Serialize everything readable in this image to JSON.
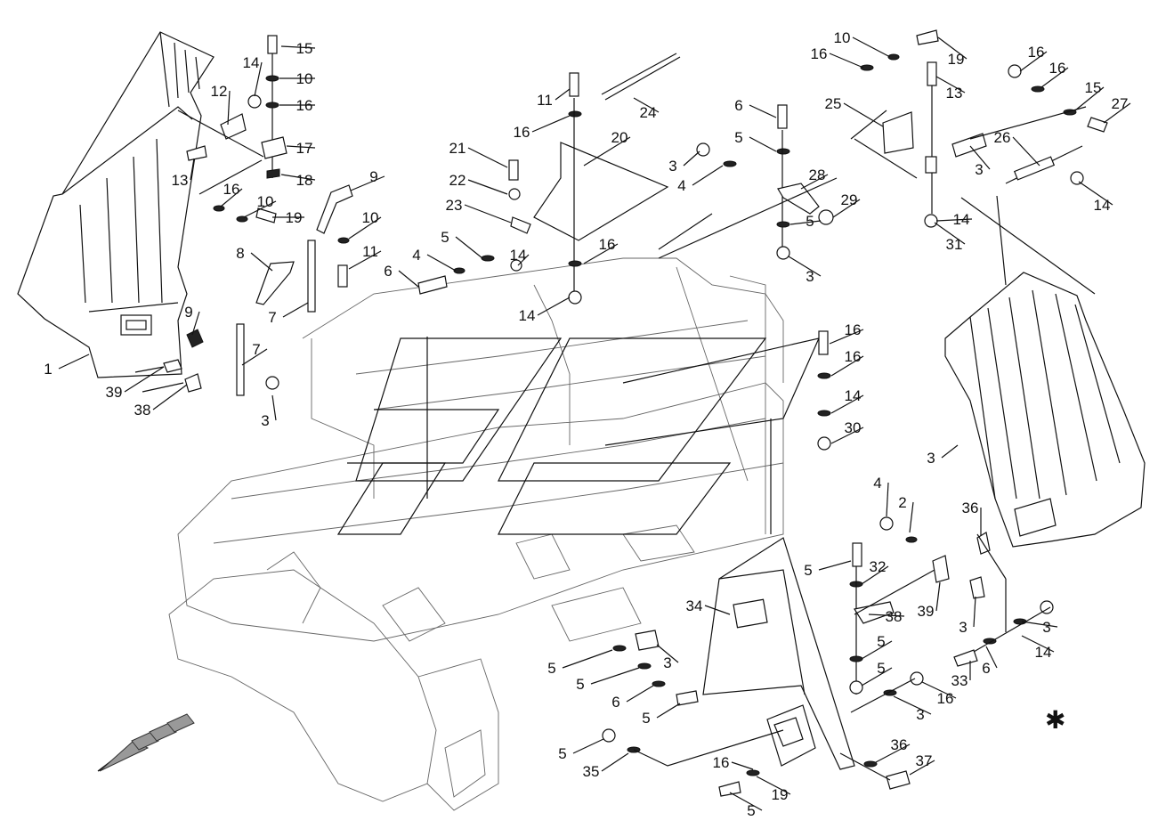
{
  "title": "",
  "callouts": [
    {
      "label": "1"
    },
    {
      "label": "39"
    },
    {
      "label": "38"
    },
    {
      "label": "9"
    },
    {
      "label": "14"
    },
    {
      "label": "12"
    },
    {
      "label": "13"
    },
    {
      "label": "15"
    },
    {
      "label": "10"
    },
    {
      "label": "16"
    },
    {
      "label": "17"
    },
    {
      "label": "18"
    },
    {
      "label": "16"
    },
    {
      "label": "10"
    },
    {
      "label": "19"
    },
    {
      "label": "9"
    },
    {
      "label": "10"
    },
    {
      "label": "11"
    },
    {
      "label": "8"
    },
    {
      "label": "7"
    },
    {
      "label": "7"
    },
    {
      "label": "3"
    },
    {
      "label": "11"
    },
    {
      "label": "16"
    },
    {
      "label": "20"
    },
    {
      "label": "24"
    },
    {
      "label": "21"
    },
    {
      "label": "22"
    },
    {
      "label": "23"
    },
    {
      "label": "5"
    },
    {
      "label": "4"
    },
    {
      "label": "6"
    },
    {
      "label": "14"
    },
    {
      "label": "16"
    },
    {
      "label": "14"
    },
    {
      "label": "3"
    },
    {
      "label": "4"
    },
    {
      "label": "6"
    },
    {
      "label": "5"
    },
    {
      "label": "28"
    },
    {
      "label": "29"
    },
    {
      "label": "5"
    },
    {
      "label": "3"
    },
    {
      "label": "10"
    },
    {
      "label": "19"
    },
    {
      "label": "16"
    },
    {
      "label": "13"
    },
    {
      "label": "25"
    },
    {
      "label": "14"
    },
    {
      "label": "16"
    },
    {
      "label": "16"
    },
    {
      "label": "15"
    },
    {
      "label": "27"
    },
    {
      "label": "26"
    },
    {
      "label": "3"
    },
    {
      "label": "14"
    },
    {
      "label": "31"
    },
    {
      "label": "16"
    },
    {
      "label": "16"
    },
    {
      "label": "14"
    },
    {
      "label": "30"
    },
    {
      "label": "3"
    },
    {
      "label": "4"
    },
    {
      "label": "2"
    },
    {
      "label": "36"
    },
    {
      "label": "5"
    },
    {
      "label": "32"
    },
    {
      "label": "38"
    },
    {
      "label": "39"
    },
    {
      "label": "3"
    },
    {
      "label": "5"
    },
    {
      "label": "5"
    },
    {
      "label": "6"
    },
    {
      "label": "33"
    },
    {
      "label": "34"
    },
    {
      "label": "3"
    },
    {
      "label": "5"
    },
    {
      "label": "5"
    },
    {
      "label": "6"
    },
    {
      "label": "5"
    },
    {
      "label": "3"
    },
    {
      "label": "14"
    },
    {
      "label": "16"
    },
    {
      "label": "3"
    },
    {
      "label": "5"
    },
    {
      "label": "35"
    },
    {
      "label": "16"
    },
    {
      "label": "19"
    },
    {
      "label": "5"
    },
    {
      "label": "36"
    },
    {
      "label": "37"
    }
  ],
  "legend_symbol": "✱"
}
